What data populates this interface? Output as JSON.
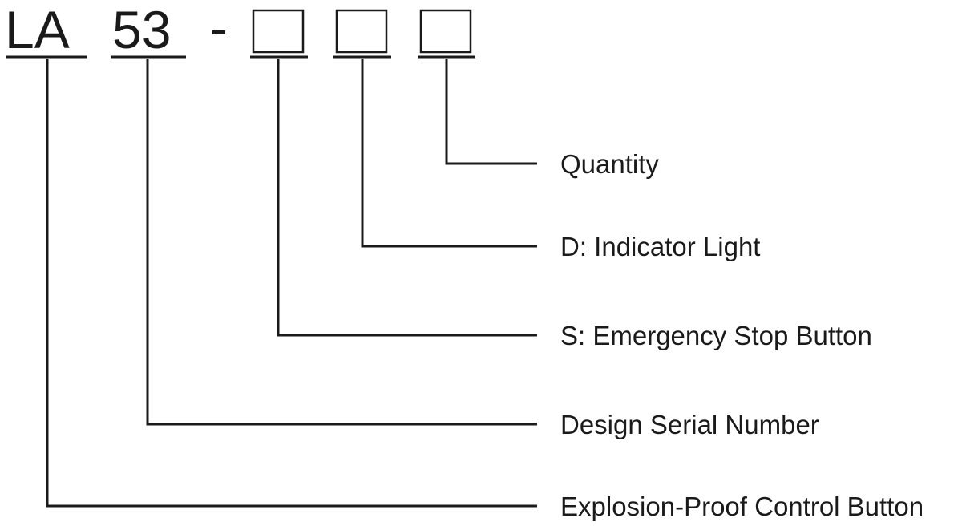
{
  "code": {
    "prefix": "LA",
    "serial": "53",
    "dash": "-",
    "placeholder_count": 3
  },
  "descriptions": {
    "quantity": "Quantity",
    "indicator_light": "D: Indicator Light",
    "emergency_stop": "S: Emergency Stop Button",
    "design_serial": "Design Serial Number",
    "explosion_proof": "Explosion-Proof Control Button"
  },
  "colors": {
    "ink": "#1a1a1a",
    "background": "#ffffff"
  }
}
